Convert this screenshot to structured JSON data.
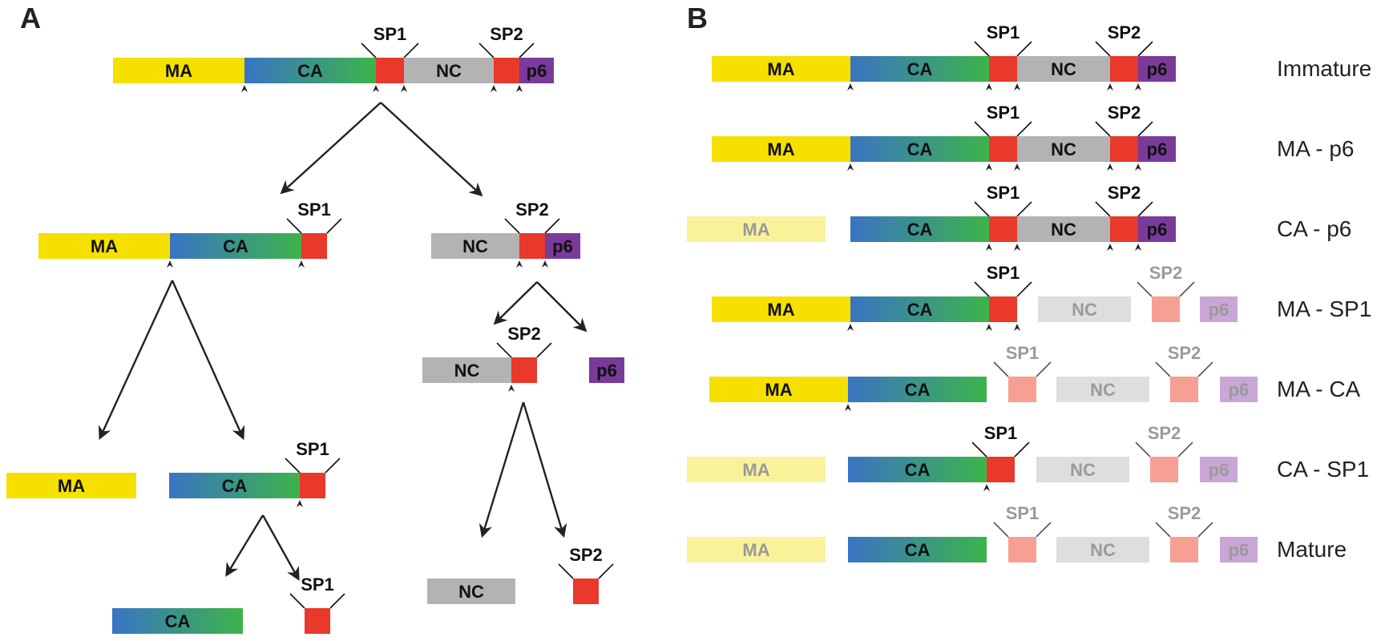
{
  "panel_a": {
    "label": "A"
  },
  "panel_b": {
    "label": "B",
    "row_labels": [
      "Immature",
      "MA - p6",
      "CA - p6",
      "MA - SP1",
      "MA - CA",
      "CA - SP1",
      "Mature"
    ]
  },
  "domains": {
    "MA": "MA",
    "CA": "CA",
    "SP1": "SP1",
    "NC": "NC",
    "SP2": "SP2",
    "p6": "p6"
  },
  "colors": {
    "MA": "#f5e000",
    "CA_start": "#3a74c4",
    "CA_end": "#3cb44a",
    "SP": "#e8392b",
    "NC": "#b3b3b3",
    "p6": "#7a3a9a",
    "MA_faded": "#f9f29a",
    "SP_faded": "#f5a092",
    "NC_faded": "#dedede",
    "p6_faded": "#c9a6d6",
    "faded_text": "#9a9a9a",
    "arrow": "#222222"
  }
}
